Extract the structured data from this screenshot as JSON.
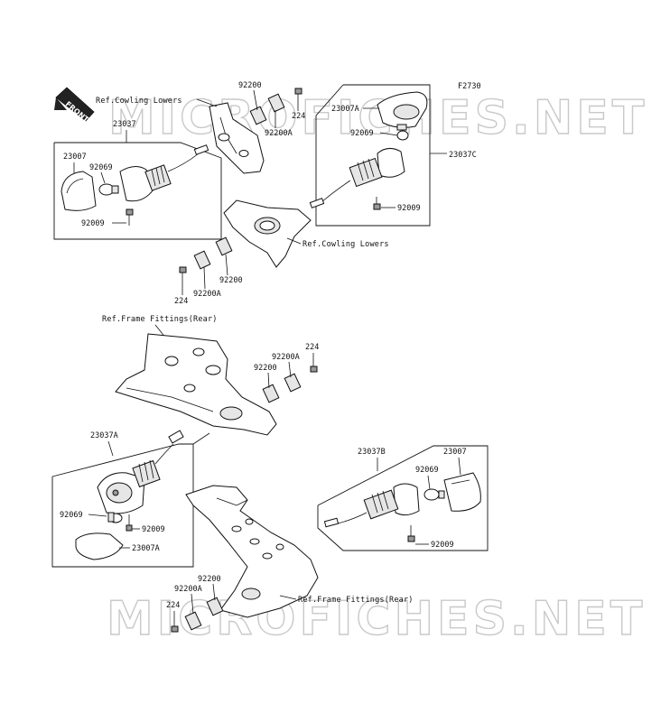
{
  "diagram": {
    "figure_code": "F2730",
    "front_label": "FRONT",
    "watermark": "MICROFICHES.NET",
    "labels": {
      "ref_cowling_lowers_top": "Ref.Cowling Lowers",
      "ref_cowling_lowers_mid": "Ref.Cowling Lowers",
      "ref_frame_fittings_top": "Ref.Frame Fittings(Rear)",
      "ref_frame_fittings_bottom": "Ref.Frame Fittings(Rear)",
      "p23037": "23037",
      "p23007_tl": "23007",
      "p92069_tl": "92069",
      "p92009_tl": "92009",
      "p92200_t": "92200",
      "p92200A_t": "92200A",
      "p224_t": "224",
      "p23007A_tr": "23007A",
      "p92069_tr": "92069",
      "p23037C": "23037C",
      "p92009_tr": "92009",
      "p92200_m": "92200",
      "p224_m": "224",
      "p92200A_m": "92200A",
      "p224_r": "224",
      "p92200A_r": "92200A",
      "p92200_r": "92200",
      "p23037A": "23037A",
      "p92069_bl": "92069",
      "p92009_bl": "92009",
      "p23007A_bl": "23007A",
      "p23037B": "23037B",
      "p23007_br": "23007",
      "p92069_br": "92069",
      "p92009_br": "92009",
      "p92200_b": "92200",
      "p92200A_b": "92200A",
      "p224_b": "224"
    }
  }
}
